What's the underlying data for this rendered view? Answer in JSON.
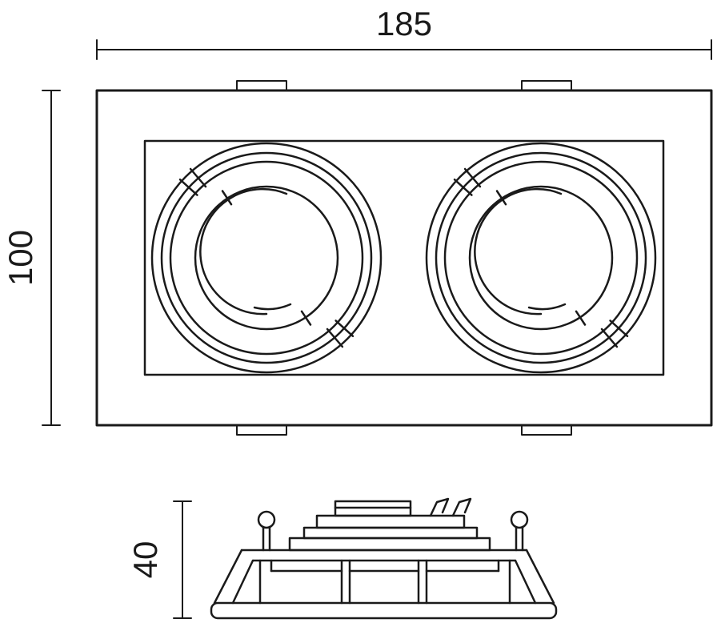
{
  "drawing": {
    "dimension_labels": {
      "width": "185",
      "height": "100",
      "depth": "40"
    }
  },
  "colors": {
    "line": "#1a1a1a",
    "background": "#ffffff"
  }
}
